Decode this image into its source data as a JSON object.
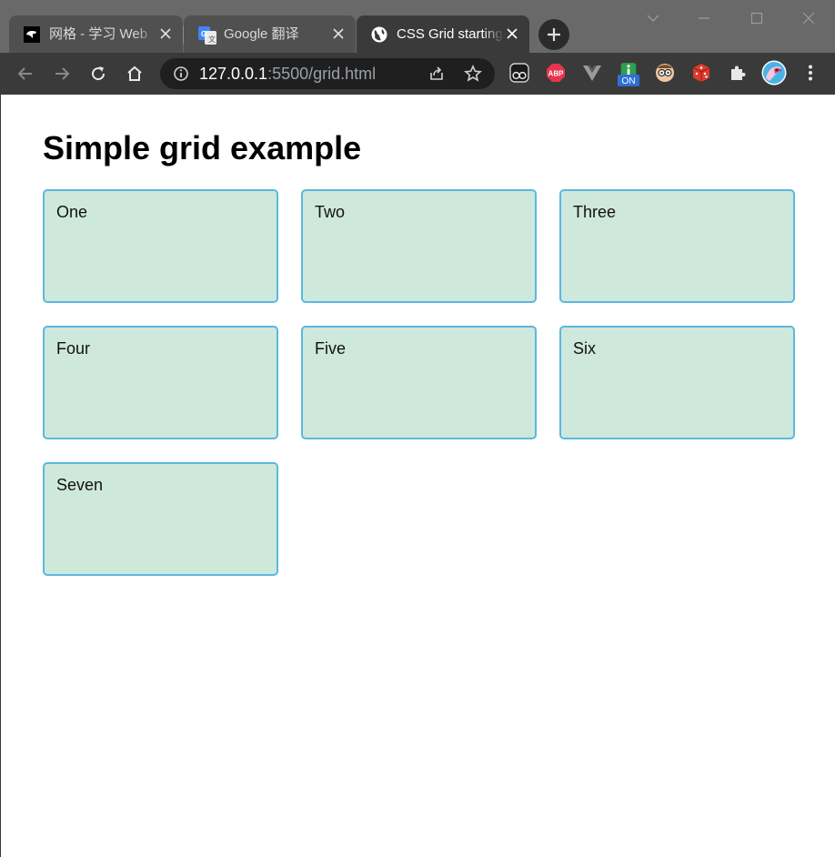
{
  "browser": {
    "tabs": [
      {
        "title": "网格 - 学习 Web",
        "favicon": "mdn-icon",
        "active": false
      },
      {
        "title": "Google 翻译",
        "favicon": "google-translate-icon",
        "active": false
      },
      {
        "title": "CSS Grid starting",
        "favicon": "globe-icon",
        "active": true
      }
    ],
    "url_host": "127.0.0.1",
    "url_rest": ":5500/grid.html",
    "extensions": [
      {
        "name": "tampermonkey-extension-icon"
      },
      {
        "name": "adblock-plus-extension-icon",
        "label": "ABP"
      },
      {
        "name": "vue-devtools-extension-icon"
      },
      {
        "name": "info-on-extension-icon",
        "badge": "ON"
      },
      {
        "name": "glasses-extension-icon"
      },
      {
        "name": "dice-extension-icon"
      },
      {
        "name": "extensions-puzzle-icon"
      },
      {
        "name": "profile-avatar"
      },
      {
        "name": "browser-menu-icon"
      }
    ]
  },
  "page": {
    "title": "Simple grid example",
    "items": [
      "One",
      "Two",
      "Three",
      "Four",
      "Five",
      "Six",
      "Seven"
    ]
  },
  "colors": {
    "cell_background": "#cfe8dc",
    "cell_border": "#5bb8df",
    "tabstrip": "#696969",
    "toolbar": "#3a3a3a"
  }
}
